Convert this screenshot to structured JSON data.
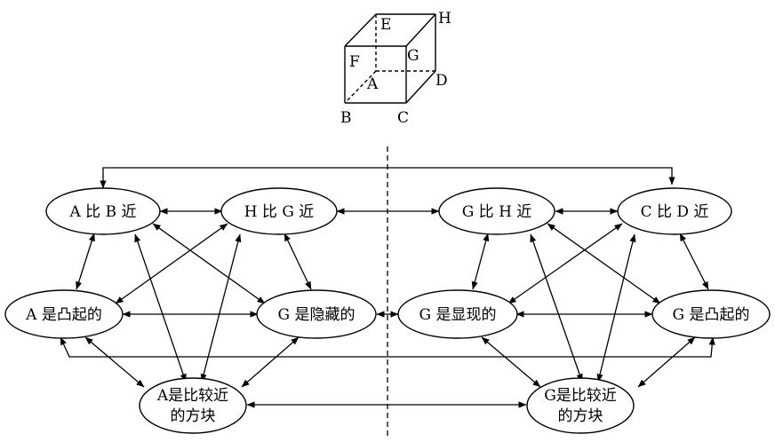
{
  "cube": {
    "labels": {
      "E": "E",
      "H": "H",
      "F": "F",
      "G": "G",
      "A": "A",
      "D": "D",
      "B": "B",
      "C": "C"
    }
  },
  "nodes": {
    "a_closer_b": "A 比 B 近",
    "h_closer_g": "H 比 G 近",
    "g_closer_h": "G 比 H 近",
    "c_closer_d": "C 比 D 近",
    "a_convex": "A 是凸起的",
    "g_hidden": "G 是隐藏的",
    "g_visible": "G 是显现的",
    "g_convex": "G 是凸起的",
    "a_nearer_block_line1": "A是比较近",
    "a_nearer_block_line2": "的方块",
    "g_nearer_block_line1": "G是比较近",
    "g_nearer_block_line2": "的方块"
  }
}
